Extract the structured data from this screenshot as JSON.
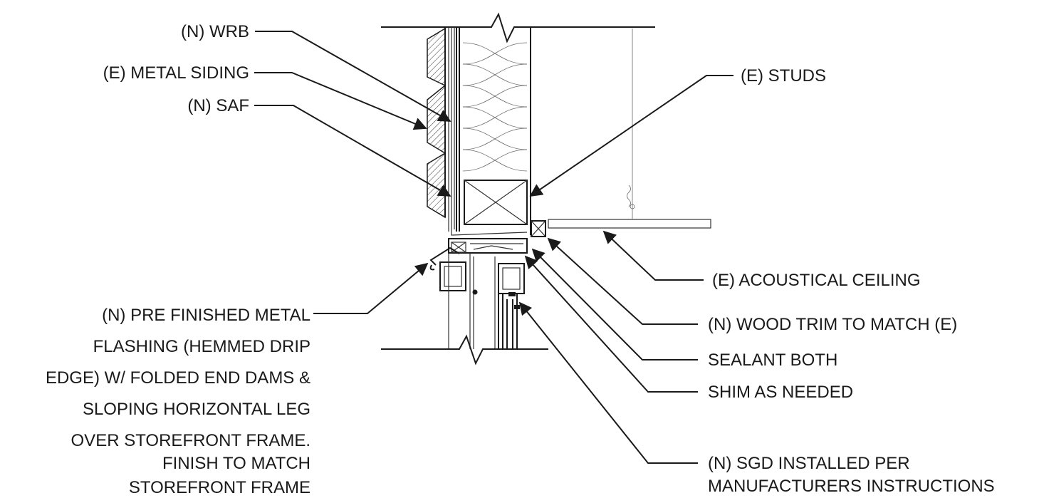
{
  "labels": {
    "wrb": "(N) WRB",
    "metal_siding": "(E) METAL SIDING",
    "saf": "(N) SAF",
    "studs": "(E) STUDS",
    "acoustical_ceiling": "(E) ACOUSTICAL CEILING",
    "wood_trim": "(N) WOOD TRIM TO MATCH (E)",
    "sealant": "SEALANT BOTH",
    "shim": "SHIM AS NEEDED",
    "flashing": [
      "(N) PRE FINISHED METAL",
      "FLASHING (HEMMED DRIP",
      "EDGE) W/ FOLDED END DAMS &",
      "SLOPING HORIZONTAL LEG",
      "OVER STOREFRONT FRAME.",
      "FINISH TO MATCH",
      "STOREFRONT FRAME"
    ],
    "sgd": [
      "(N) SGD INSTALLED PER",
      "MANUFACTURERS INSTRUCTIONS"
    ]
  },
  "colors": {
    "line": "#1a1a1a",
    "background": "#ffffff"
  }
}
